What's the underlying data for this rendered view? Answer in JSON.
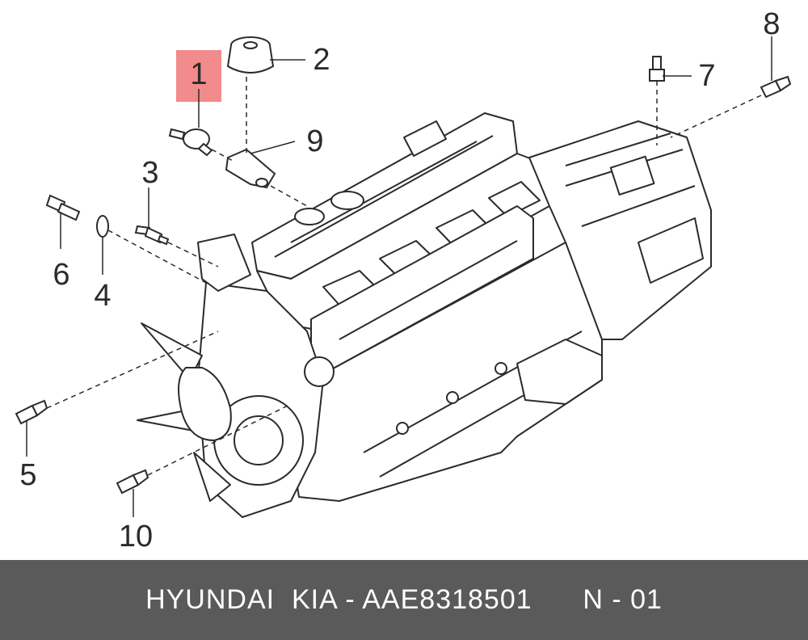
{
  "callouts": {
    "c1": "1",
    "c2": "2",
    "c3": "3",
    "c4": "4",
    "c5": "5",
    "c6": "6",
    "c7": "7",
    "c8": "8",
    "c9": "9",
    "c10": "10"
  },
  "highlight_color": "#f28b8b",
  "footer": {
    "brand": "HYUNDAI  KIA",
    "separator": " - ",
    "part_number": "AAE8318501",
    "note": "N - 01"
  }
}
